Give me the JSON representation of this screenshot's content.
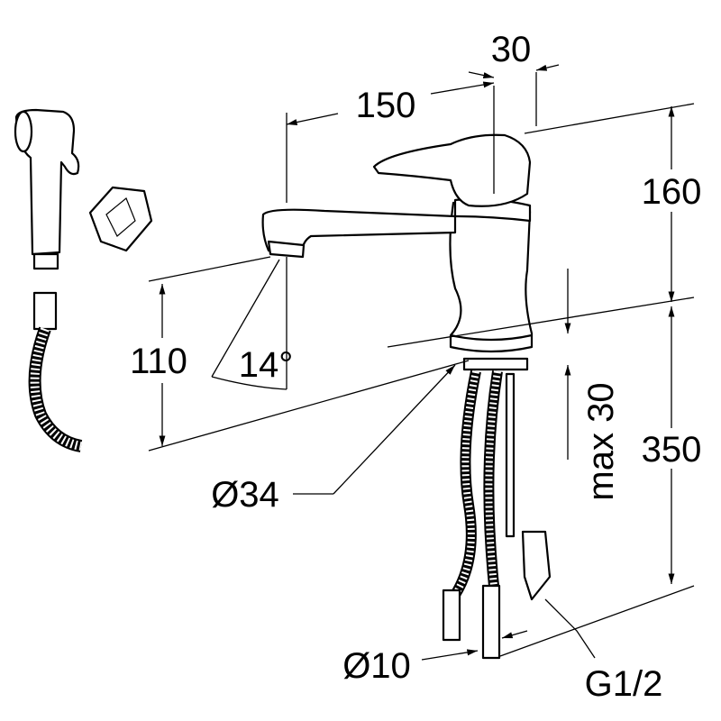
{
  "diagram": {
    "dimensions": {
      "lever_offset": "30",
      "spout_reach": "150",
      "height_above": "160",
      "spout_height": "110",
      "spout_angle": "14°",
      "hose_length": "350",
      "max_thickness": "max 30",
      "base_diameter": "Ø34",
      "hose_diameter": "Ø10",
      "thread": "G1/2"
    }
  }
}
